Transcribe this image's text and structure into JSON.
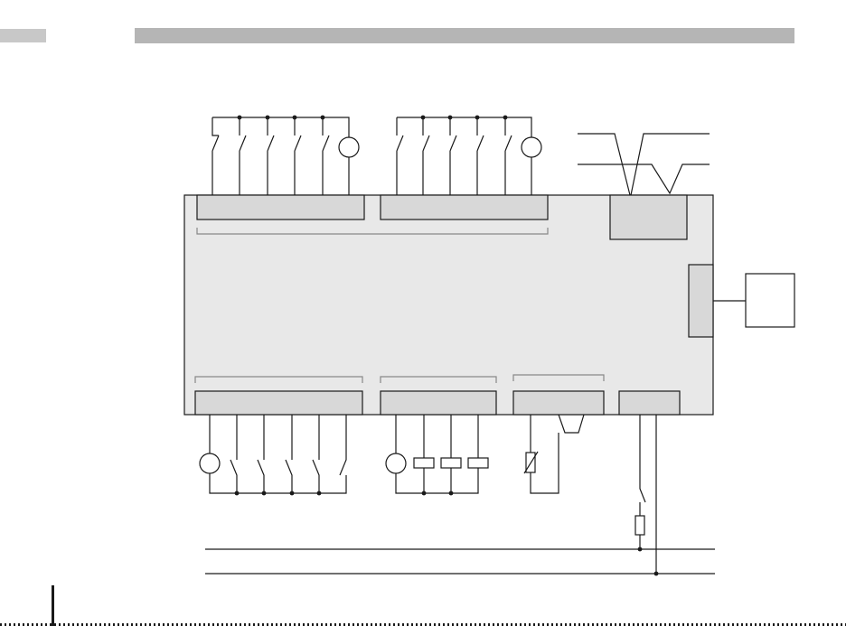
{
  "colors": {
    "page_background": "#ffffff",
    "header_bar": "#b5b5b5",
    "page_tab": "#c8c8c8",
    "controller_body": "#e8e8e8",
    "terminal_block": "#d8d8d8",
    "line": "#1a1a1a",
    "bracket": "#888888"
  },
  "diagram": {
    "controller": {
      "name": "controller-body"
    },
    "terminal_blocks": [
      "top-terminal-block-1",
      "top-terminal-block-2",
      "top-right-module",
      "right-side-port",
      "bottom-terminal-block-1",
      "bottom-terminal-block-2",
      "bottom-terminal-block-3",
      "bottom-terminal-block-4"
    ],
    "external_device": "external-device-box",
    "inputs": {
      "top_left_switches": 5,
      "top_right_switches": 5,
      "bottom_left_switches": 5,
      "bottom_middle_loads": 3
    },
    "components": [
      "circle-sensor",
      "switch",
      "resistor-load",
      "variable-resistor",
      "fuse",
      "supply-rail"
    ]
  }
}
